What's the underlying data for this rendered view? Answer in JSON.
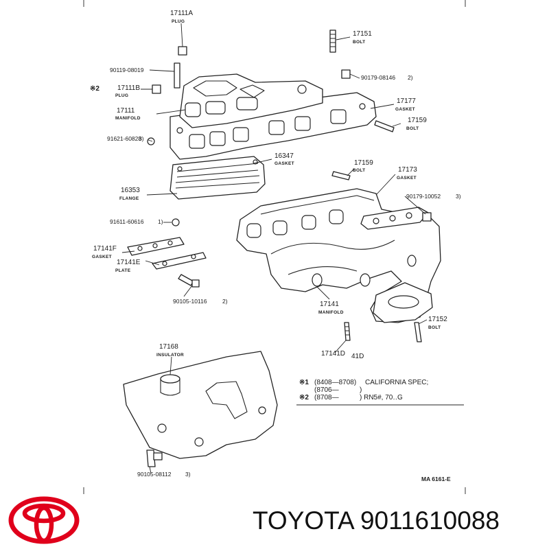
{
  "labels": {
    "l17111A": {
      "num": "17111A",
      "name": "PLUG"
    },
    "l17151": {
      "num": "17151",
      "name": "BOLT"
    },
    "l90119": {
      "num": "90119-08019"
    },
    "l90179a": {
      "num": "90179-08146",
      "note": "2)"
    },
    "l17111B": {
      "mark": "※2",
      "num": "17111B",
      "name": "PLUG"
    },
    "l17111": {
      "num": "17111",
      "name": "MANIFOLD"
    },
    "l17177": {
      "num": "17177",
      "name": "GASKET"
    },
    "l17159a": {
      "num": "17159",
      "name": "BOLT"
    },
    "l91621": {
      "num": "91621-60828",
      "note": "3)"
    },
    "l16347": {
      "num": "16347",
      "name": "GASKET"
    },
    "l17159b": {
      "num": "17159",
      "name": "BOLT"
    },
    "l17173": {
      "num": "17173",
      "name": "GASKET"
    },
    "l16353": {
      "num": "16353",
      "name": "FLANGE"
    },
    "l90179b": {
      "num": "90179-10052",
      "note": "3)"
    },
    "l91611": {
      "num": "91611-60616",
      "note": "1)"
    },
    "l17141F": {
      "num": "17141F",
      "name": "GASKET"
    },
    "l17141E": {
      "num": "17141E",
      "name": "PLATE"
    },
    "l90105a": {
      "num": "90105-10116",
      "note": "2)"
    },
    "l17141": {
      "num": "17141",
      "name": "MANIFOLD"
    },
    "l17152": {
      "num": "17152",
      "name": "BOLT"
    },
    "l17168": {
      "num": "17168",
      "name": "INSULATOR"
    },
    "l17141D": {
      "num": "17141D",
      "suffix": "41D"
    },
    "l90105b": {
      "num": "90105-08112",
      "note": "3)"
    }
  },
  "legend": {
    "row1": {
      "mark": "※1",
      "code": "(8408—8708)",
      "text": "CALIFORNIA SPEC;"
    },
    "row2": {
      "code": "(8706—",
      "text": ")"
    },
    "row3": {
      "mark": "※2",
      "code": "(8708—",
      "text": ") RN5#, 70‥G"
    }
  },
  "diagram_id": "MA 6161-E",
  "brand": {
    "name": "TOYOTA",
    "part_number": "9011610088",
    "logo_color": "#e0001b"
  }
}
